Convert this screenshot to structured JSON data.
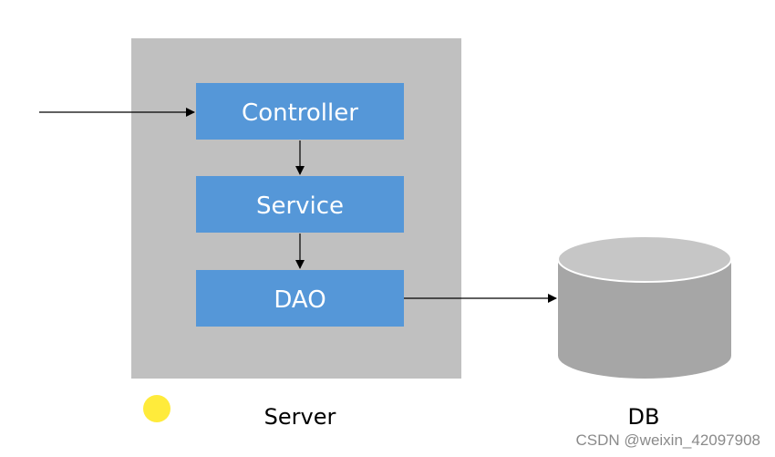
{
  "layers": {
    "controller": "Controller",
    "service": "Service",
    "dao": "DAO"
  },
  "captions": {
    "server": "Server",
    "db": "DB"
  },
  "watermark": "CSDN @weixin_42097908",
  "colors": {
    "server_container": "#c0c0c0",
    "layer_box": "#5597d8",
    "layer_text": "#ffffff",
    "db_body": "#a6a6a6",
    "db_top": "#c6c6c6",
    "arrow": "#000000",
    "marker_dot": "#ffeb3b"
  }
}
